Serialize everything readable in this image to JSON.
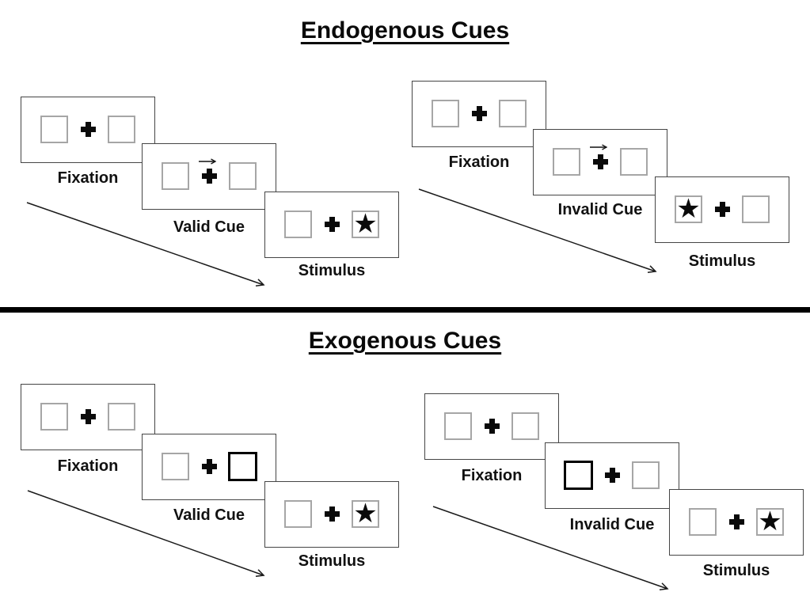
{
  "colors": {
    "background": "#ffffff",
    "panel_border": "#454545",
    "placeholder_box_border": "#a6a6a6",
    "cue_highlight_box_border": "#000000",
    "ink": "#0a0a0a",
    "divider": "#000000"
  },
  "glyphs": {
    "star": "★"
  },
  "sections": [
    {
      "title": "Endogenous Cues",
      "groups": [
        {
          "name": "valid-trial",
          "panels": [
            {
              "label": "Fixation"
            },
            {
              "label": "Valid Cue"
            },
            {
              "label": "Stimulus"
            }
          ]
        },
        {
          "name": "invalid-trial",
          "panels": [
            {
              "label": "Fixation"
            },
            {
              "label": "Invalid Cue"
            },
            {
              "label": "Stimulus"
            }
          ]
        }
      ]
    },
    {
      "title": "Exogenous Cues",
      "groups": [
        {
          "name": "valid-trial",
          "panels": [
            {
              "label": "Fixation"
            },
            {
              "label": "Valid Cue"
            },
            {
              "label": "Stimulus"
            }
          ]
        },
        {
          "name": "invalid-trial",
          "panels": [
            {
              "label": "Fixation"
            },
            {
              "label": "Invalid Cue"
            },
            {
              "label": "Stimulus"
            }
          ]
        }
      ]
    }
  ]
}
